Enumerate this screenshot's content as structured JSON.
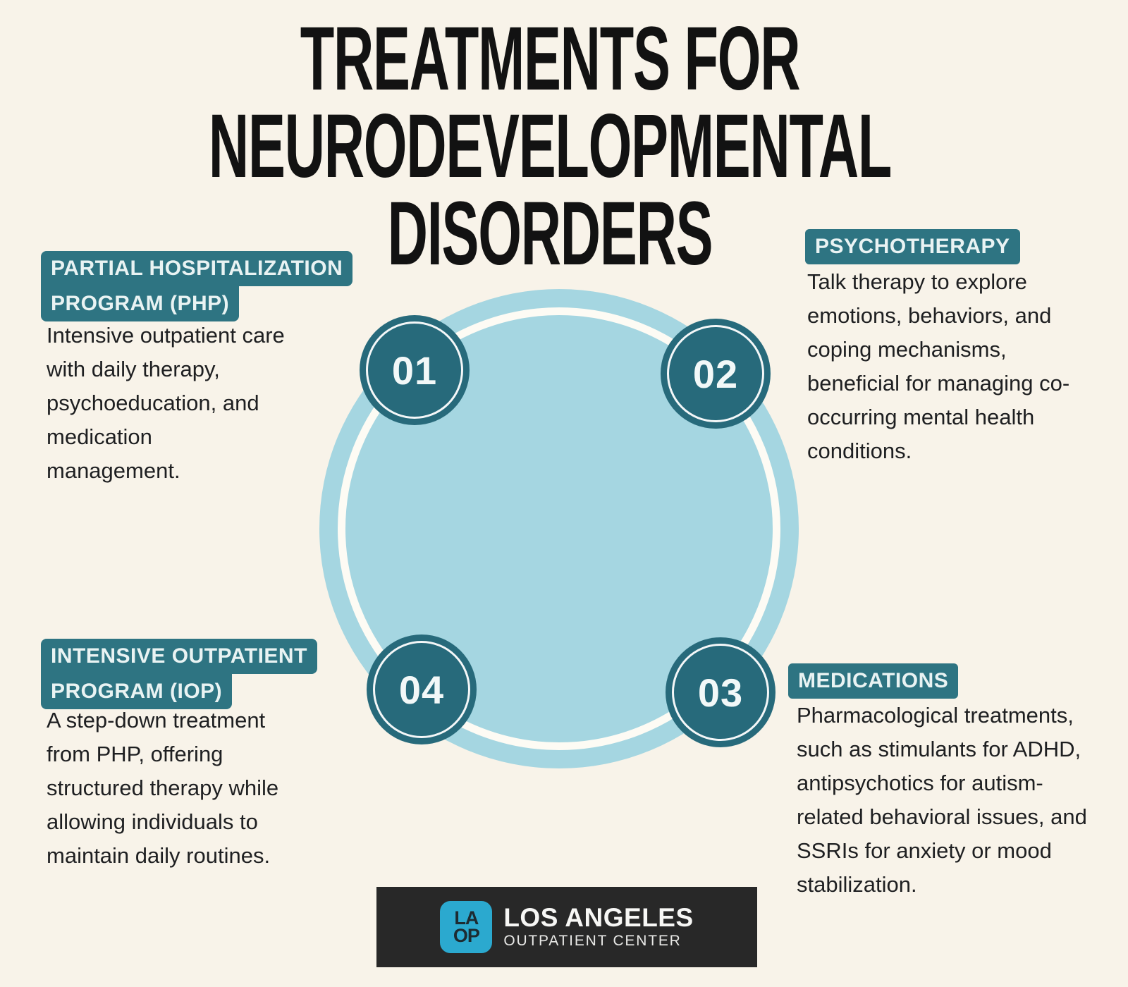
{
  "title": {
    "line1": "TREATMENTS FOR",
    "line2": "NEURODEVELOPMENTAL",
    "line3": "DISORDERS"
  },
  "sections": {
    "php": {
      "label_line1": "PARTIAL HOSPITALIZATION",
      "label_line2": "PROGRAM (PHP)",
      "step_number": "01",
      "description": "Intensive outpatient care\nwith daily therapy,\npsychoeducation, and\nmedication\nmanagement."
    },
    "psychotherapy": {
      "label": "PSYCHOTHERAPY",
      "step_number": "02",
      "description": "Talk therapy to explore\nemotions, behaviors, and\ncoping mechanisms,\nbeneficial for managing co-\noccurring mental health\nconditions."
    },
    "medications": {
      "label": "MEDICATIONS",
      "step_number": "03",
      "description": "Pharmacological treatments,\nsuch as stimulants for ADHD,\nantipsychotics for autism-\nrelated behavioral issues, and\nSSRIs for anxiety or mood\nstabilization."
    },
    "iop": {
      "label_line1": "INTENSIVE OUTPATIENT",
      "label_line2": "PROGRAM (IOP)",
      "step_number": "04",
      "description": "A step-down treatment\nfrom PHP, offering\nstructured therapy while\nallowing individuals to\nmaintain daily routines."
    }
  },
  "footer": {
    "badge_line1": "LA",
    "badge_line2": "OP",
    "brand_name": "LOS ANGELES",
    "brand_subtitle": "OUTPATIENT CENTER"
  },
  "colors": {
    "background_cream": "#F8F3E9",
    "tag_teal": "#2E7482",
    "circle_teal": "#276A7B",
    "cycle_light_blue": "#A5D6E1",
    "ring_white": "#FDFBF4",
    "footer_bar_dark": "#282828",
    "badge_cyan": "#2BA9CF",
    "text_dark": "#1E1F21"
  }
}
